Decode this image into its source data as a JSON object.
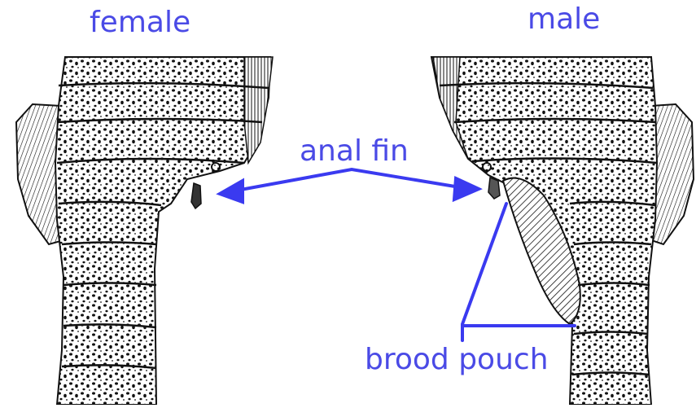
{
  "labels": {
    "female": "female",
    "male": "male",
    "anal_fin": "anal fin",
    "brood_pouch": "brood pouch"
  },
  "colors": {
    "label_blue": "#4a4ae6",
    "line_blue": "#3a3af0",
    "ink": "#111111",
    "paper": "#ffffff"
  },
  "figures": [
    {
      "name": "female-seahorse-tail",
      "shows": "tail segment with anal fin, no pouch"
    },
    {
      "name": "male-seahorse-tail",
      "shows": "tail segment with anal fin and brood pouch"
    }
  ],
  "icons": [
    "double-headed-arrow-icon",
    "pointer-line-icon"
  ]
}
